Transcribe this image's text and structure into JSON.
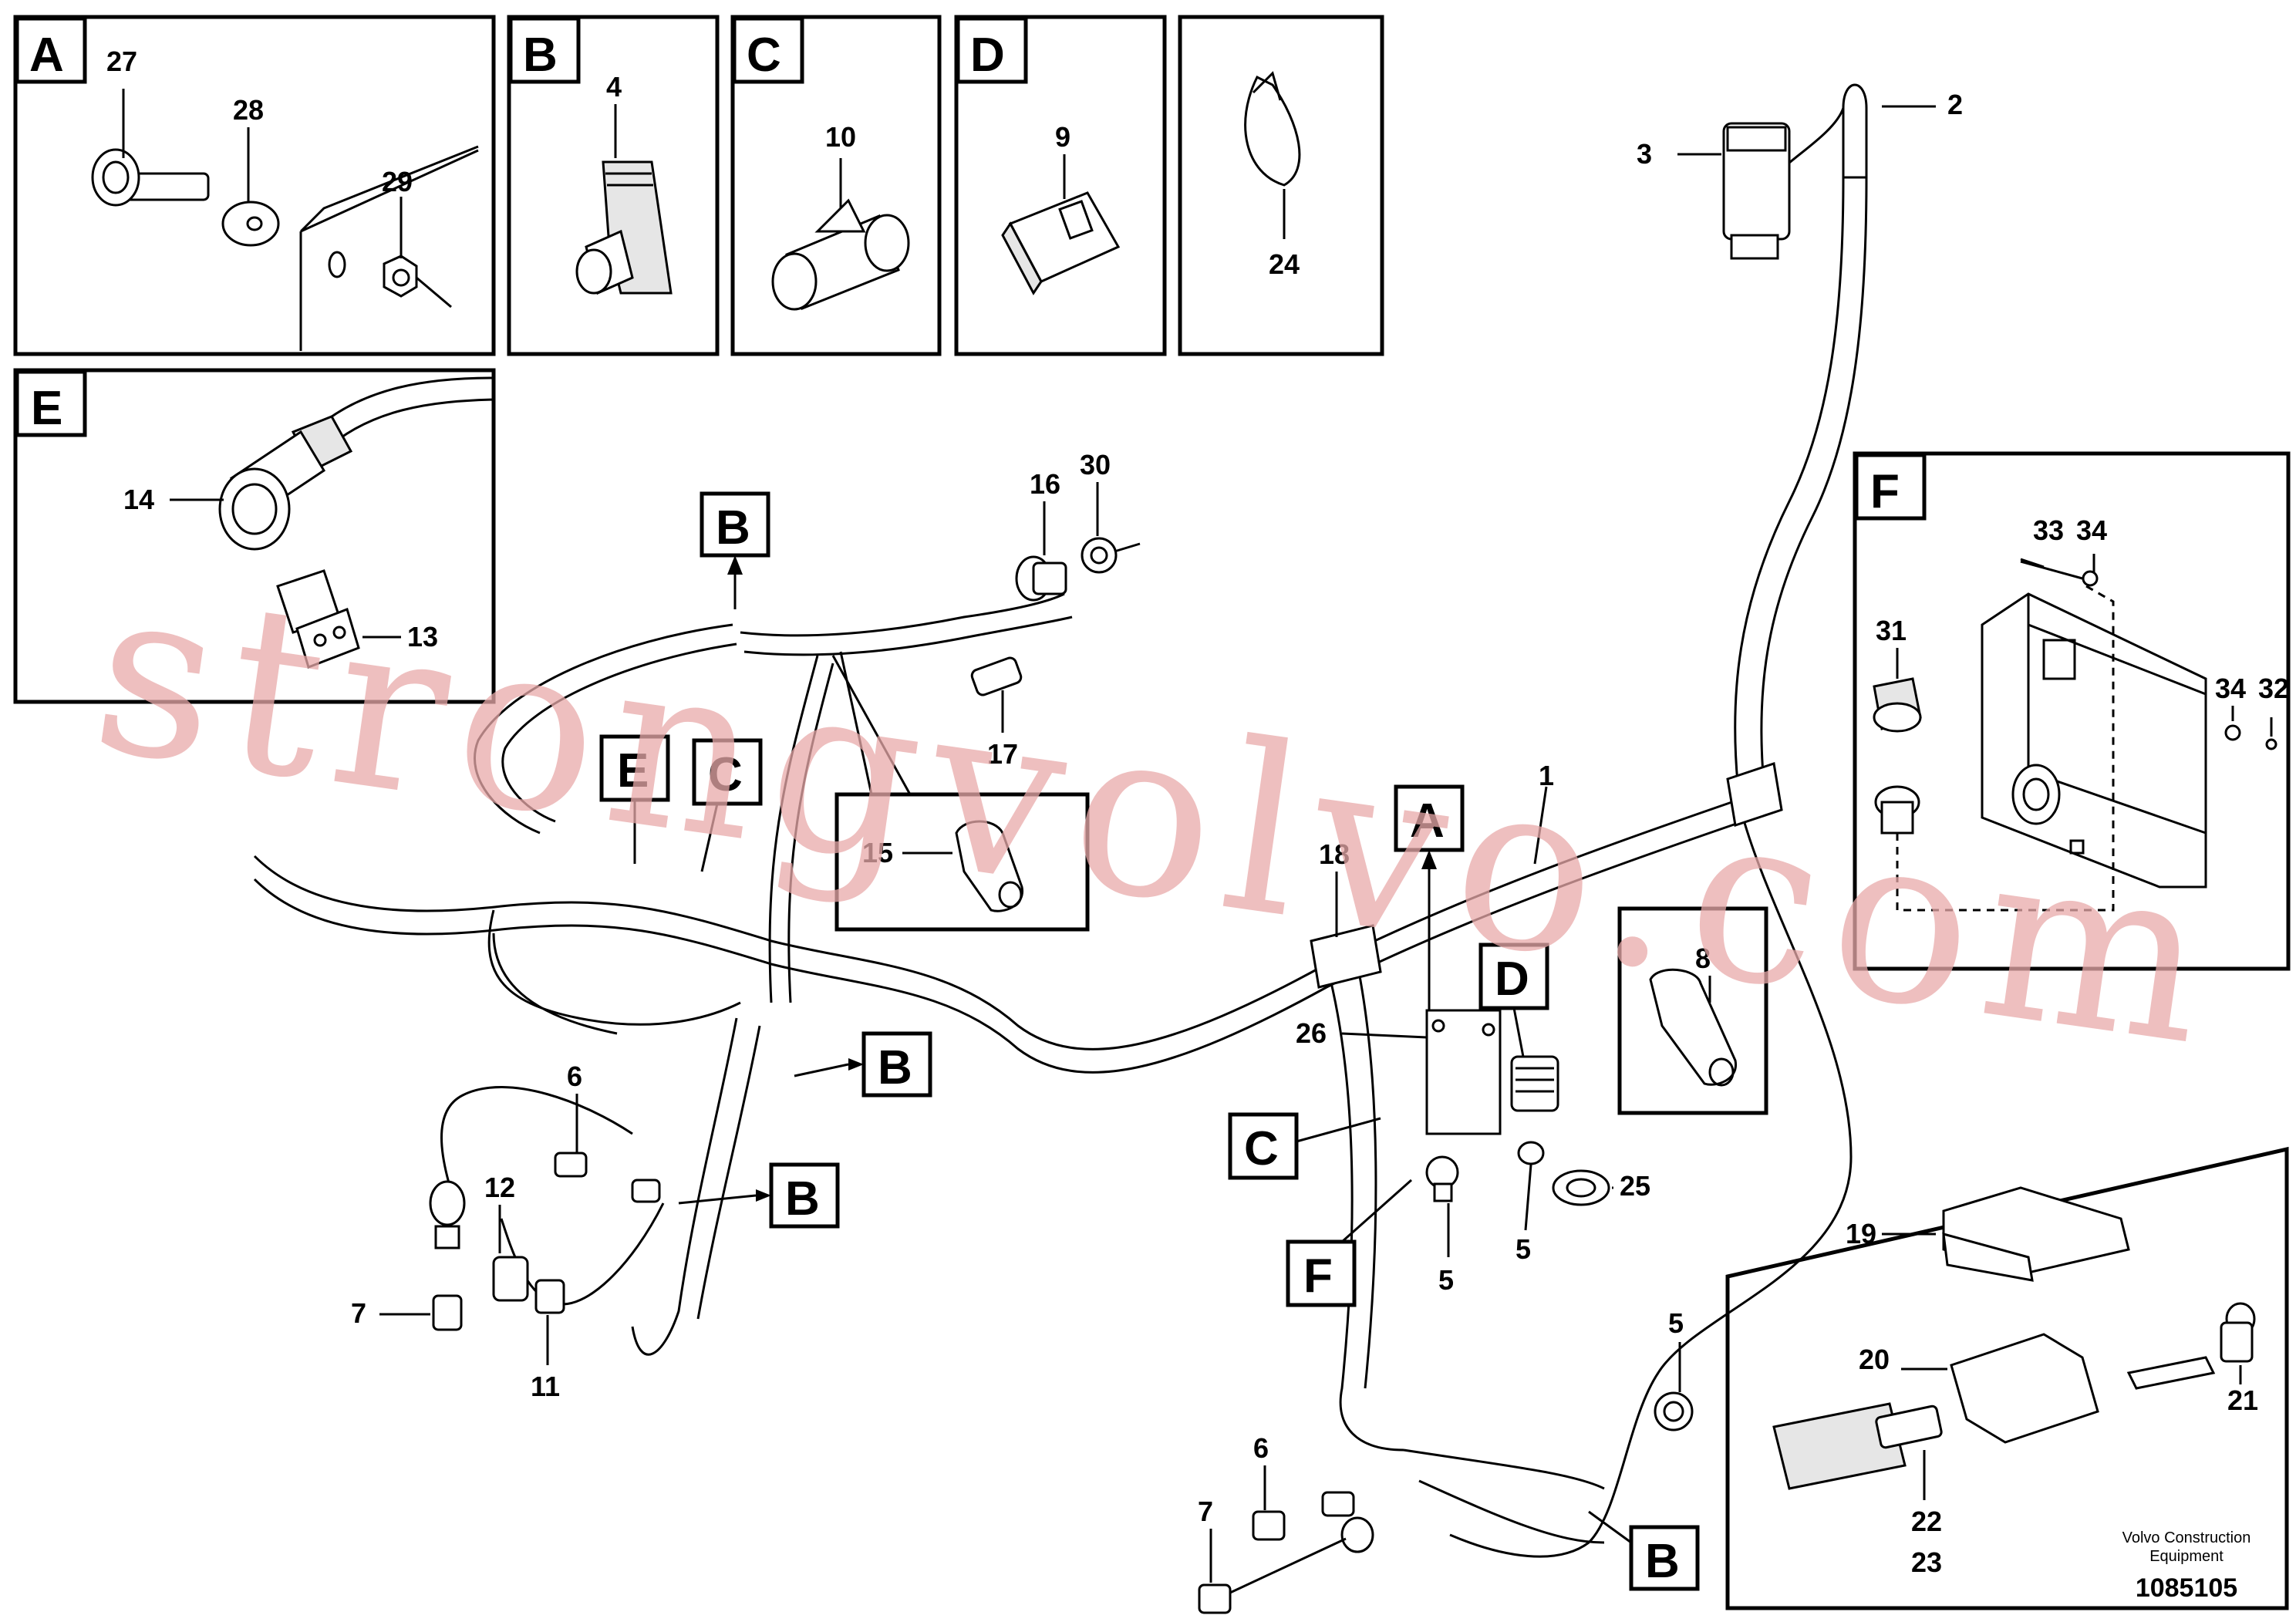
{
  "panels": {
    "A": {
      "tag": "A",
      "parts": [
        "27",
        "28",
        "29"
      ]
    },
    "B": {
      "tag": "B",
      "parts": [
        "4"
      ]
    },
    "C": {
      "tag": "C",
      "parts": [
        "10"
      ]
    },
    "D": {
      "tag": "D",
      "parts": [
        "9"
      ]
    },
    "clip": {
      "parts": [
        "24"
      ]
    },
    "E": {
      "tag": "E",
      "parts": [
        "14",
        "13"
      ]
    },
    "F": {
      "tag": "F",
      "parts": [
        "33",
        "34",
        "31",
        "34",
        "32"
      ]
    }
  },
  "callouts": {
    "B": "B",
    "C": "C",
    "E": "E",
    "A": "A",
    "D": "D",
    "F": "F"
  },
  "part_numbers": {
    "p1": "1",
    "p2": "2",
    "p3": "3",
    "p5": "5",
    "p6": "6",
    "p7": "7",
    "p8": "8",
    "p11": "11",
    "p12": "12",
    "p15": "15",
    "p16": "16",
    "p17": "17",
    "p18": "18",
    "p19": "19",
    "p20": "20",
    "p21": "21",
    "p22": "22",
    "p23": "23",
    "p25": "25",
    "p26": "26",
    "p30": "30"
  },
  "watermark": "strongvolvo.com",
  "footer": {
    "brand_line1": "Volvo Construction",
    "brand_line2": "Equipment",
    "drawing_number": "1085105"
  }
}
